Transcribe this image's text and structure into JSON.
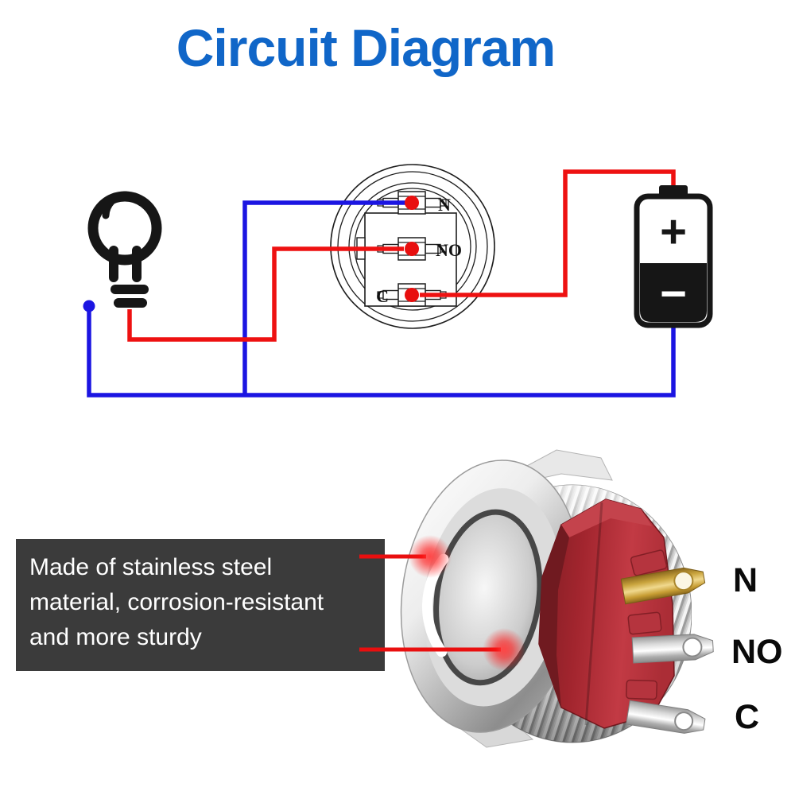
{
  "title": {
    "text": "Circuit Diagram",
    "color": "#1066c8"
  },
  "circuit": {
    "switch_terminal_labels": {
      "n": "N",
      "no": "NO",
      "c": "C"
    },
    "battery_symbols": {
      "plus": "+",
      "minus": "−"
    },
    "colors": {
      "wire_positive": "#ee1111",
      "wire_negative": "#1b15e2",
      "line_art": "#1d1d1d"
    }
  },
  "callout": {
    "line1": "Made of stainless steel",
    "line2": "material, corrosion-resistant",
    "line3": "and more sturdy",
    "background": "#3b3b3b"
  },
  "product": {
    "terminal_labels": {
      "n": "N",
      "no": "NO",
      "c": "C"
    },
    "colors": {
      "housing_red": "#a8262f",
      "terminal_gold": "#d3ab48",
      "terminal_silver": "#d9d9d9",
      "laser_red": "#ec1111"
    }
  }
}
